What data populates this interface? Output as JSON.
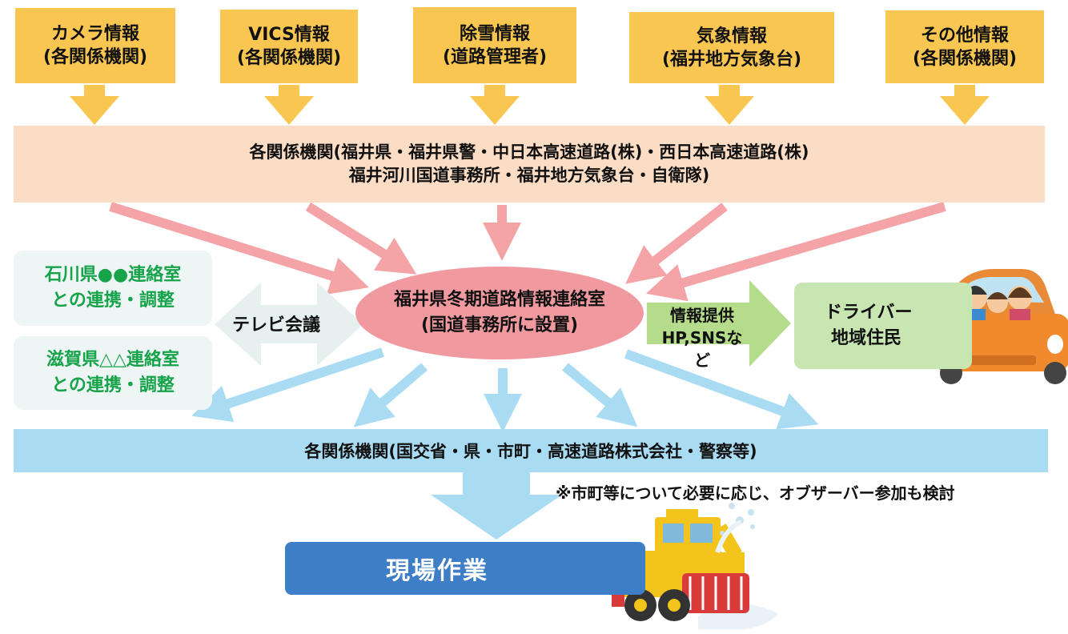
{
  "sources": [
    {
      "line1": "カメラ情報",
      "line2": "(各関係機関)"
    },
    {
      "line1": "VICS情報",
      "line2": "(各関係機関)"
    },
    {
      "line1": "除雪情報",
      "line2": "(道路管理者)"
    },
    {
      "line1": "気象情報",
      "line2": "(福井地方気象台)"
    },
    {
      "line1": "その他情報",
      "line2": "(各関係機関)"
    }
  ],
  "agencies_top": {
    "line1": "各関係機関(福井県・福井県警・中日本高速道路(株)・西日本高速道路(株)",
    "line2": "福井河川国道事務所・福井地方気象台・自衛隊)"
  },
  "center": {
    "line1": "福井県冬期道路情報連絡室",
    "line2": "(国道事務所に設置)"
  },
  "prefectures": [
    {
      "line1": "石川県●●連絡室",
      "line2": "との連携・調整"
    },
    {
      "line1": "滋賀県△△連絡室",
      "line2": "との連携・調整"
    }
  ],
  "tv_conference": "テレビ会議",
  "info_provision": {
    "line1": "情報提供",
    "line2": "HP,SNSなど"
  },
  "drivers": {
    "line1": "ドライバー",
    "line2": "地域住民"
  },
  "agencies_bottom": "各関係機関(国交省・県・市町・高速道路株式会社・警察等)",
  "note": "※市町等について必要に応じ、オブザーバー参加も検討",
  "field_work": "現場作業",
  "colors": {
    "source_yellow": "#f9c751",
    "peach_band": "#fbdcc4",
    "pink_arrow": "#f4a3a7",
    "center_pink": "#f09aa0",
    "blue_band": "#a9dbf3",
    "blue_arrow": "#a9dbf3",
    "green_text": "#17a34a",
    "green_arrow": "#b5dc8a",
    "work_blue": "#3e7ec6"
  }
}
